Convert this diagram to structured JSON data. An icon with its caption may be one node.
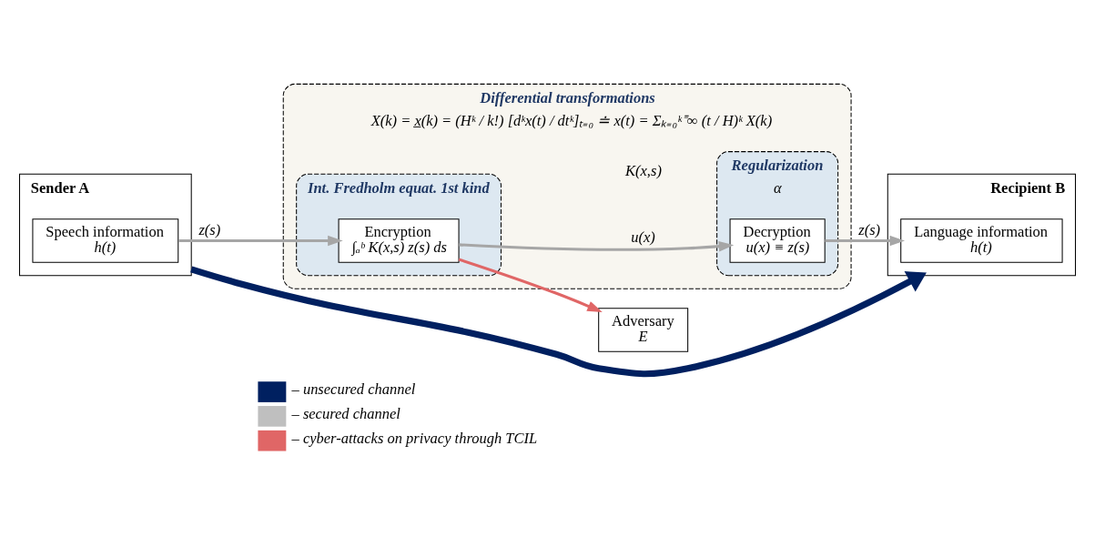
{
  "diagram": {
    "nodes": [
      {
        "text": [
          "Differential transformations",
          "X(k) = x̲(k) = (Hᵏ / k!) [dᵏx(t) / dtᵏ]ₜ₌₀ ≐ x(t) = Σₖ₌₀ᵏ⁼∞ (t / H)ᵏ X(k)"
        ]
      },
      {
        "text": [
          "Sender A"
        ]
      },
      {
        "text": [
          "Speech information",
          "h(t)"
        ],
        "in": 1
      },
      {
        "text": [
          "Int. Fredholm equat. 1st kind"
        ],
        "in": 0
      },
      {
        "text": [
          "Encryption",
          "∫ₐᵇ K(x,s) z(s) ds"
        ],
        "in": 3
      },
      {
        "text": [
          "Regularization",
          "α"
        ],
        "in": 0
      },
      {
        "text": [
          "Decryption",
          "u(x) ≡ z(s)"
        ],
        "in": 5
      },
      {
        "text": [
          "Recipient B"
        ]
      },
      {
        "text": [
          "Language information",
          "h(t)"
        ],
        "in": 7
      },
      {
        "text": [
          "Adversary",
          "E"
        ]
      }
    ],
    "edges": [
      {
        "from": 1,
        "to": 7,
        "arrow": "to",
        "style": "thick",
        "color": "#002060"
      },
      {
        "from": 2,
        "to": 4,
        "arrow": "to",
        "label": "z(s)"
      },
      {
        "from": 4,
        "to": 6,
        "arrow": "to",
        "label": "u(x)"
      },
      {
        "from": 6,
        "to": 8,
        "arrow": "to",
        "label": "z(s)"
      },
      {
        "from": 4,
        "to": 9,
        "arrow": "to",
        "color": "#e06666"
      }
    ],
    "labels": [
      "K(x,s)"
    ],
    "legend": [
      {
        "text": "– unsecured channel"
      },
      {
        "text": "– secured channel"
      },
      {
        "text": "– cyber-attacks on privacy through TCIL"
      }
    ]
  }
}
